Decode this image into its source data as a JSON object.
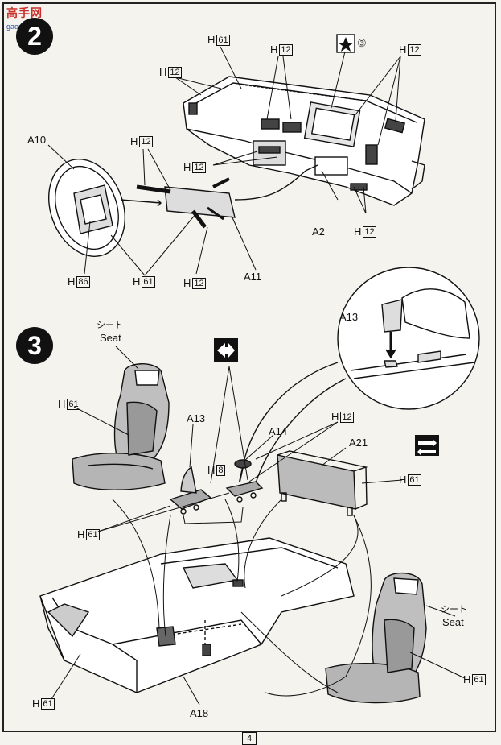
{
  "watermark": {
    "logo": "高手网",
    "url": "gaoshou.net"
  },
  "page_number": "4",
  "step2": {
    "number": "2",
    "labels": {
      "h61_dash": "H",
      "h61_dash_num": "61",
      "h12_a": "H",
      "h12_a_num": "12",
      "h12_b": "H",
      "h12_b_num": "12",
      "h12_c": "H",
      "h12_c_num": "12",
      "h12_d": "H",
      "h12_d_num": "12",
      "h12_e": "H",
      "h12_e_num": "12",
      "h12_f": "H",
      "h12_f_num": "12",
      "h12_g": "H",
      "h12_g_num": "12",
      "circled3": "③",
      "a10": "A10",
      "a11": "A11",
      "a2": "A2",
      "h86": "H",
      "h86_num": "86",
      "h61_wheel": "H",
      "h61_wheel_num": "61"
    }
  },
  "step3": {
    "number": "3",
    "labels": {
      "seat_jp_1": "シート",
      "seat_en_1": "Seat",
      "seat_jp_2": "シート",
      "seat_en_2": "Seat",
      "h61_seat1": "H",
      "h61_seat1_num": "61",
      "h61_seat2": "H",
      "h61_seat2_num": "61",
      "a13": "A13",
      "a13_zoom": "A13",
      "a14": "A14",
      "a21": "A21",
      "h12": "H",
      "h12_num": "12",
      "h8": "H",
      "h8_num": "8",
      "h61_shift": "H",
      "h61_shift_num": "61",
      "h61_bench": "H",
      "h61_bench_num": "61",
      "h61_floor": "H",
      "h61_floor_num": "61",
      "a18": "A18"
    }
  },
  "icons": [
    "star-paint-icon",
    "opposite-sides-icon",
    "make-two-icon"
  ]
}
